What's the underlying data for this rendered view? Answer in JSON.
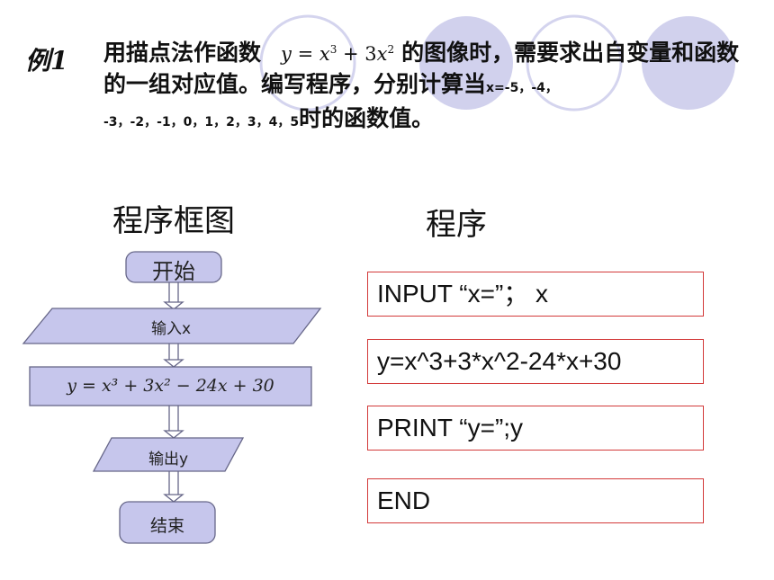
{
  "slide": {
    "example_tag": "例1",
    "problem": {
      "part1": "用描点法作函数",
      "formula_y": "y",
      "formula_eq": " = ",
      "formula_x": "x",
      "formula_exp3": "3",
      "formula_plus": " + 3",
      "formula_x2": "x",
      "formula_exp2": "2",
      "part2": "的图像时，需要求出自变量和函数的一组对应值。编写程序，分别计算当",
      "x_values_a": "x=-5，-4，",
      "x_values_b": "-3，-2，-1，0，1，2，3，4，5",
      "part3": "时的函数值。"
    }
  },
  "flowchart": {
    "heading": "程序框图",
    "start": "开始",
    "input": "输入x",
    "process": "y = x³ + 3x² − 24x + 30",
    "output": "输出y",
    "end": "结束"
  },
  "program": {
    "heading": "程序",
    "lines": [
      "INPUT “x=”； x",
      "y=x^3+3*x^2-24*x+30",
      "PRINT “y=”;y",
      "END"
    ]
  },
  "colors": {
    "node_fill": "#c6c6ec",
    "node_stroke": "#666688",
    "code_border": "#d33a3a",
    "deco_circle": "#c9c9ea"
  }
}
